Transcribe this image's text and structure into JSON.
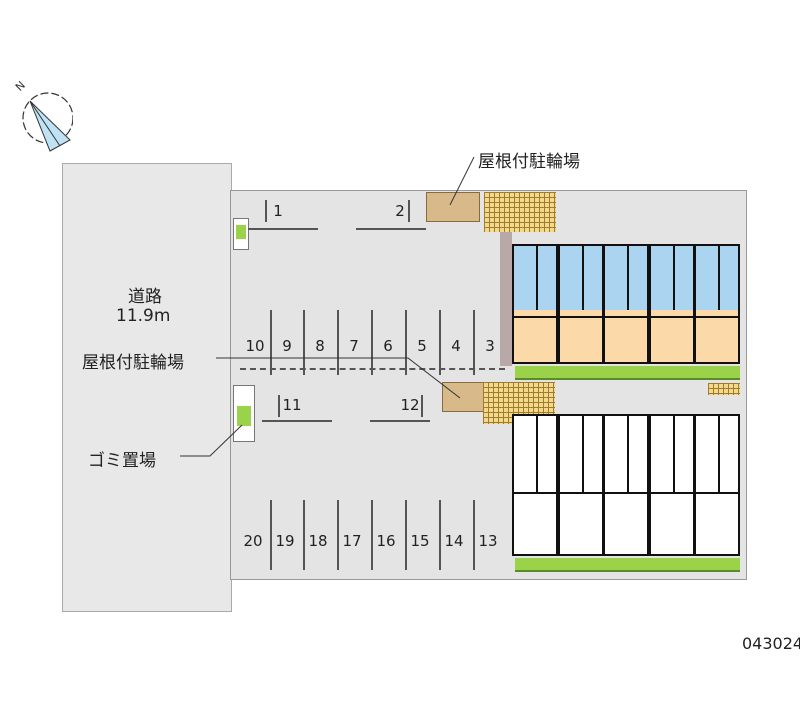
{
  "compass": {
    "label": "N"
  },
  "road": {
    "label": "道路",
    "width": "11.9m"
  },
  "labels": {
    "bike_shelter_top": "屋根付駐輪場",
    "bike_shelter_mid": "屋根付駐輪場",
    "garbage": "ゴミ置場"
  },
  "parking": {
    "top": [
      "1",
      "2"
    ],
    "row1": [
      "10",
      "9",
      "8",
      "7",
      "6",
      "5",
      "4",
      "3"
    ],
    "mid": [
      "11",
      "12"
    ],
    "row2": [
      "20",
      "19",
      "18",
      "17",
      "16",
      "15",
      "14",
      "13"
    ]
  },
  "code": "043024",
  "colors": {
    "upper_unit_top": "#aad4f0",
    "upper_unit_bottom": "#fcd9a8",
    "hedge": "#9ad34a"
  }
}
